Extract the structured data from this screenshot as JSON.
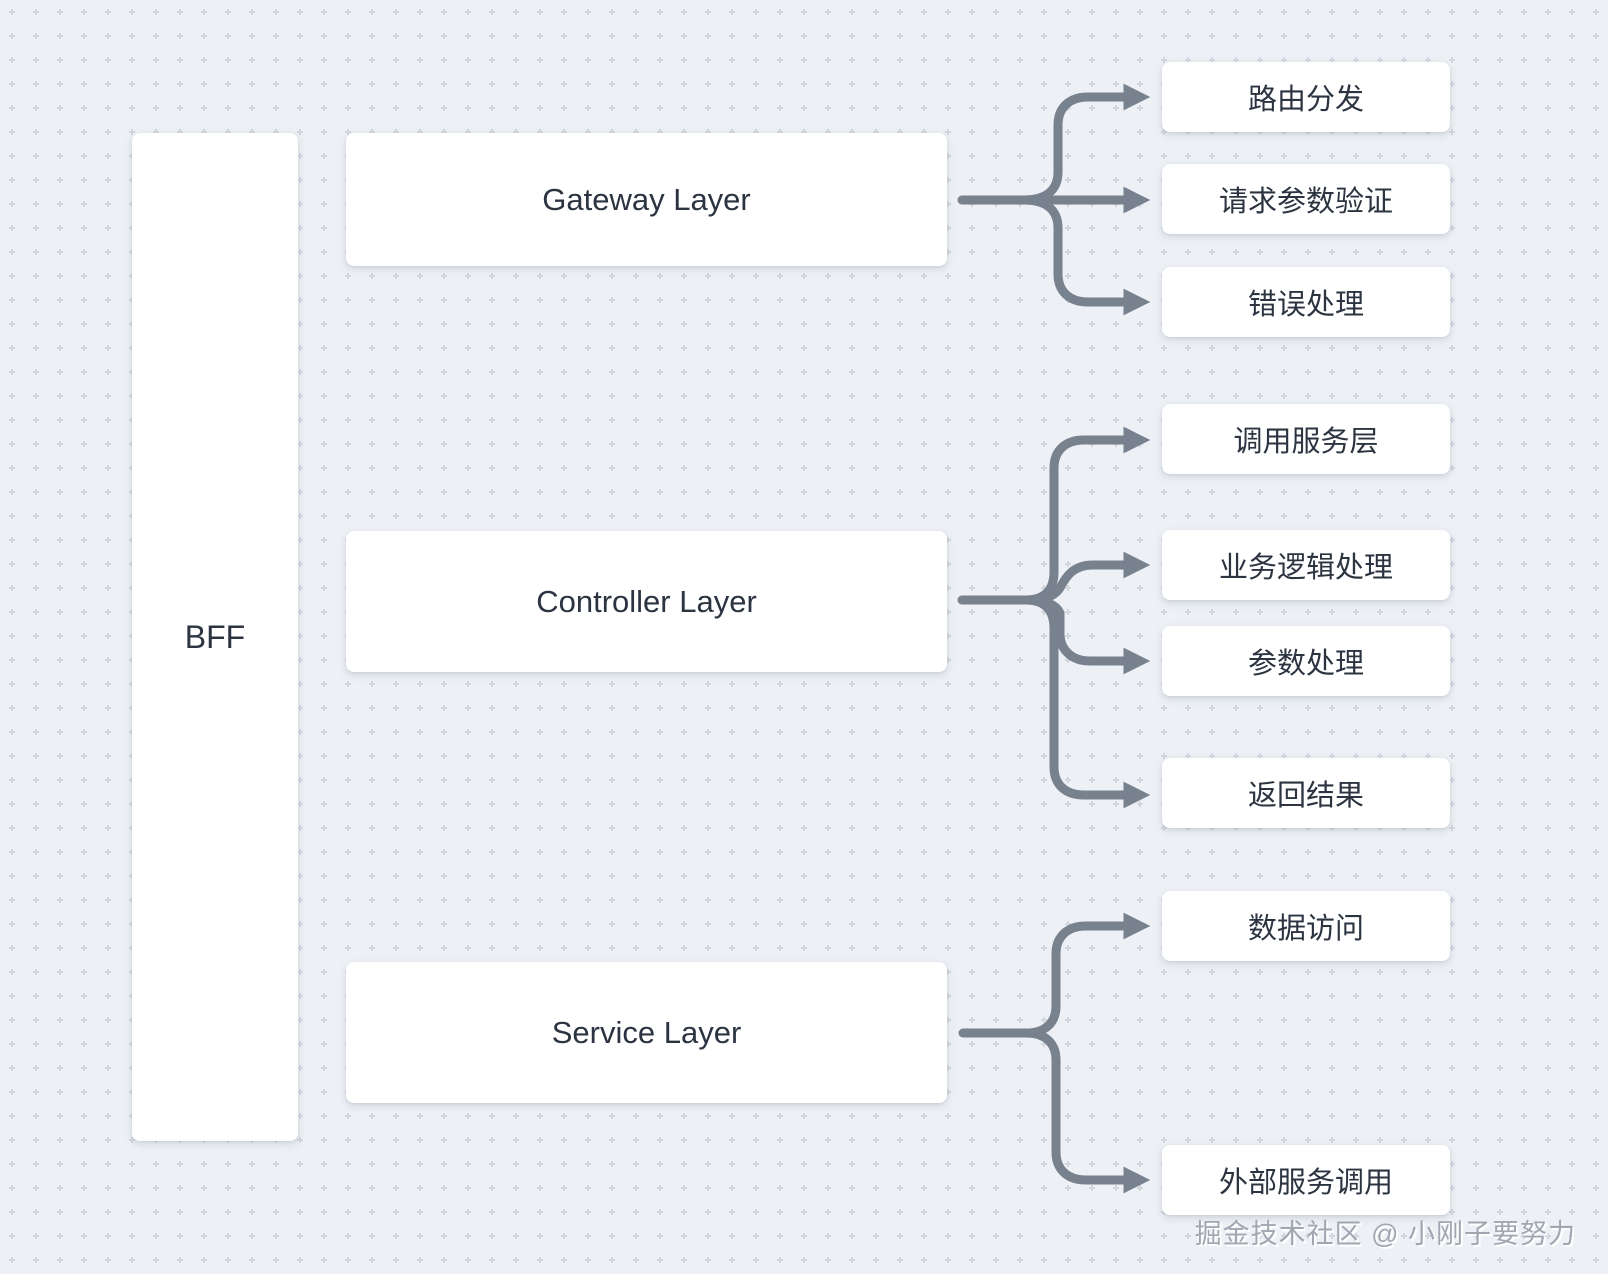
{
  "diagram": {
    "root_label": "BFF",
    "layers": [
      {
        "label": "Gateway Layer",
        "children": [
          "路由分发",
          "请求参数验证",
          "错误处理"
        ]
      },
      {
        "label": "Controller Layer",
        "children": [
          "调用服务层",
          "业务逻辑处理",
          "参数处理",
          "返回结果"
        ]
      },
      {
        "label": "Service Layer",
        "children": [
          "数据访问",
          "外部服务调用"
        ]
      }
    ]
  },
  "watermark": "掘金技术社区 @ 小刚子要努力",
  "colors": {
    "background": "#edf0f4",
    "grid_dot": "#d2d7de",
    "node_fill": "#ffffff",
    "connector": "#78818e",
    "text": "#2b3440",
    "watermark_text": "#a0a7b1"
  }
}
